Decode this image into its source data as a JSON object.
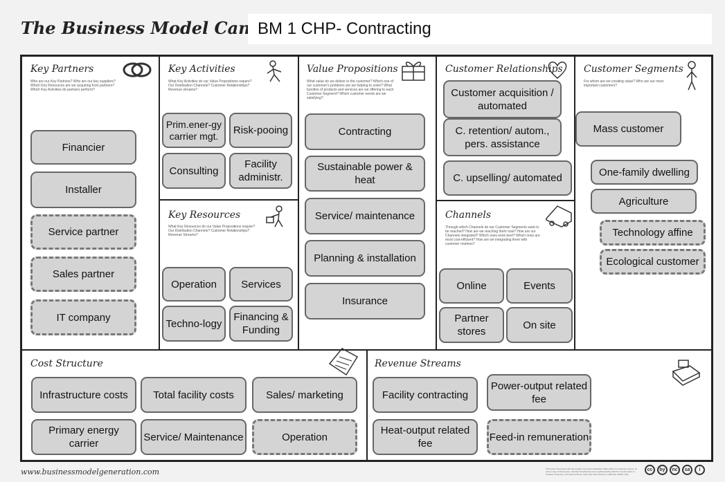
{
  "header": {
    "canvas_title": "The Business Model Canvas",
    "model_title": "BM 1 CHP- Contracting"
  },
  "sections": {
    "key_partners": {
      "title": "Key Partners",
      "hint": "Who are our Key Partners? Who are our key suppliers? Which Key Resources are we acquiring from partners? Which Key Activities do partners perform?",
      "items": [
        "Financier",
        "Installer",
        "Service partner",
        "Sales partner",
        "IT company"
      ]
    },
    "key_activities": {
      "title": "Key Activities",
      "hint": "What Key Activities do our Value Propositions require? Our Distribution Channels? Customer Relationships? Revenue streams?",
      "items": [
        "Prim.ener-gy carrier mgt.",
        "Risk-pooing",
        "Consulting",
        "Facility administr."
      ]
    },
    "key_resources": {
      "title": "Key Resources",
      "hint": "What Key Resources do our Value Propositions require? Our Distribution Channels? Customer Relationships? Revenue Streams?",
      "items": [
        "Operation",
        "Services",
        "Techno-logy",
        "Financing & Funding"
      ]
    },
    "value_propositions": {
      "title": "Value Propositions",
      "hint": "What value do we deliver to the customer? Which one of our customer's problems are we helping to solve? What bundles of products and services are we offering to each Customer Segment? Which customer needs are we satisfying?",
      "items": [
        "Contracting",
        "Sustainable power & heat",
        "Service/ maintenance",
        "Planning & installation",
        "Insurance"
      ]
    },
    "customer_relationships": {
      "title": "Customer Relationships",
      "items": [
        "Customer acquisition / automated",
        "C. retention/ autom., pers. assistance",
        "C. upselling/ automated"
      ]
    },
    "channels": {
      "title": "Channels",
      "hint": "Through which Channels do our Customer Segments want to be reached? How are we reaching them now? How are our Channels integrated? Which ones work best? Which ones are most cost-efficient? How are we integrating them with customer routines?",
      "items": [
        "Online",
        "Events",
        "Partner stores",
        "On site"
      ]
    },
    "customer_segments": {
      "title": "Customer Segments",
      "hint": "For whom are we creating value? Who are our most important customers?",
      "items": [
        "Mass customer",
        "One-family dwelling",
        "Agriculture",
        "Technology affine",
        "Ecological customer"
      ]
    },
    "cost_structure": {
      "title": "Cost Structure",
      "items": [
        "Infrastructure costs",
        "Total facility costs",
        "Sales/ marketing",
        "Primary energy carrier",
        "Service/ Maintenance",
        "Operation"
      ]
    },
    "revenue_streams": {
      "title": "Revenue Streams",
      "items": [
        "Facility contracting",
        "Power-output related fee",
        "Heat-output related fee",
        "Feed-in remuneration"
      ]
    }
  },
  "footer": {
    "url": "www.businessmodelgeneration.com",
    "license": "This work is licensed under the Creative Commons Attribution-Share Alike 3.0 Unported License. To view a copy of this license, visit http://creativecommons.org/licenses/by-sa/3.0/ or send a letter to Creative Commons, 171 Second Street, Suite 300, San Francisco, California, 94105, USA.",
    "cc_icons": [
      "cc",
      "by",
      "nc",
      "sa",
      "i"
    ]
  }
}
